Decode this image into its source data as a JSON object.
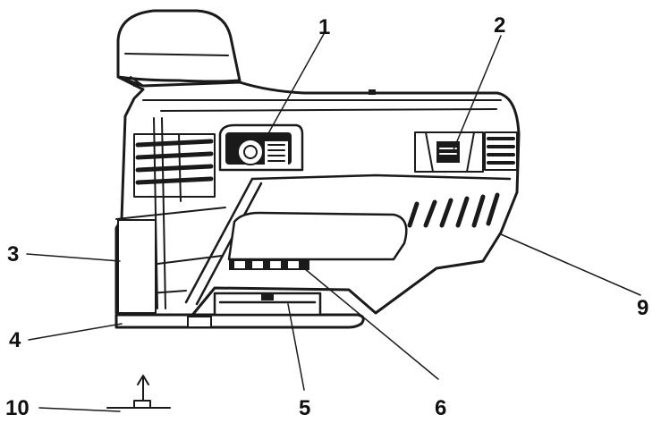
{
  "callouts": {
    "c1": "1",
    "c2": "2",
    "c3": "3",
    "c4": "4",
    "c5": "5",
    "c6": "6",
    "c9": "9",
    "c10": "10"
  },
  "colors": {
    "ink": "#1a1a1a",
    "paper": "#ffffff"
  }
}
